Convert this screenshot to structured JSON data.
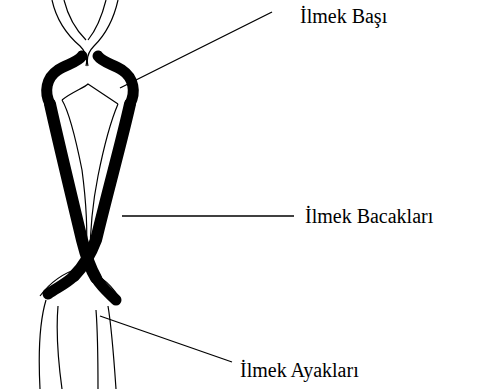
{
  "diagram": {
    "labels": [
      "İlmek Başı",
      "İlmek Bacakları",
      "İlmek Ayakları"
    ]
  }
}
